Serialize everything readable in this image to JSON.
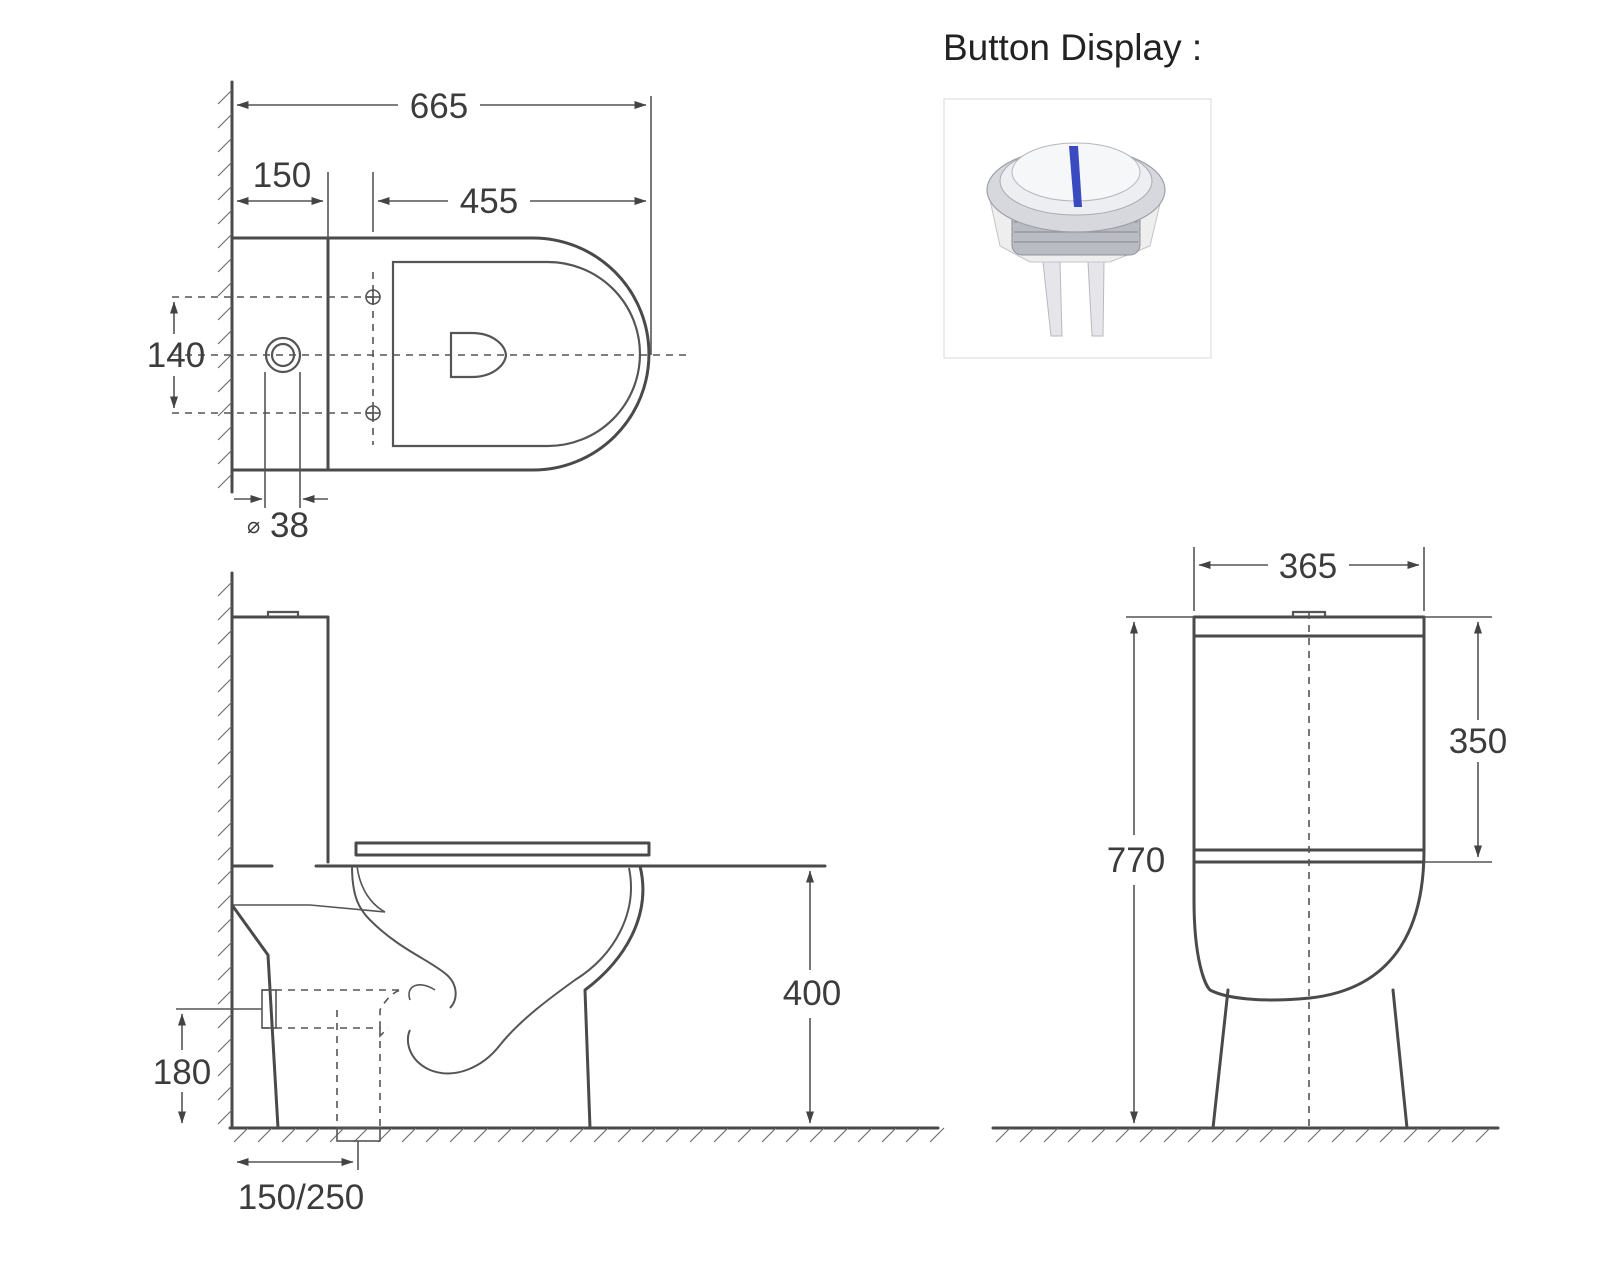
{
  "button_display": {
    "title": "Button Display :",
    "image_icon": "dual-flush-push-button",
    "accent_color": "#3a4bc0"
  },
  "top_view": {
    "overall_length": "665",
    "tank_depth": "150",
    "bowl_length": "455",
    "fixing_holes_spacing": "140",
    "inlet_diameter": "38",
    "diameter_symbol": "⌀"
  },
  "side_view": {
    "seat_height": "400",
    "outlet_height": "180",
    "outlet_distance": "150/250"
  },
  "front_view": {
    "width": "365",
    "total_height": "770",
    "tank_height": "350"
  }
}
